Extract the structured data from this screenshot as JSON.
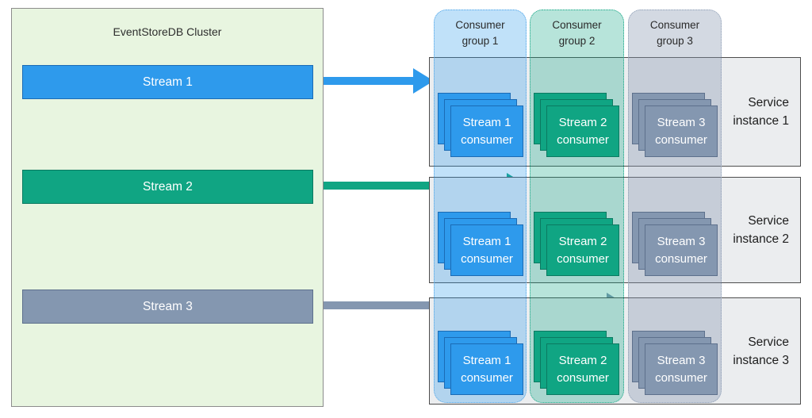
{
  "cluster": {
    "title": "EventStoreDB Cluster",
    "fill": "#E8F5E0",
    "streams": [
      {
        "label": "Stream 1",
        "fill": "#2E9AEC",
        "border": "#1B6BB5"
      },
      {
        "label": "Stream 2",
        "fill": "#10A583",
        "border": "#0B7A61"
      },
      {
        "label": "Stream 3",
        "fill": "#8497B0",
        "border": "#5D708C"
      }
    ]
  },
  "consumer_groups": [
    {
      "label": "Consumer group 1",
      "fill": "rgba(46,154,236,0.30)",
      "border": "#4BA3E8"
    },
    {
      "label": "Consumer group 2",
      "fill": "rgba(16,165,131,0.30)",
      "border": "#10A583"
    },
    {
      "label": "Consumer group 3",
      "fill": "rgba(132,151,176,0.36)",
      "border": "#8A9BB4"
    }
  ],
  "service_instances": [
    {
      "label": "Service instance 1"
    },
    {
      "label": "Service instance 2"
    },
    {
      "label": "Service instance 3"
    }
  ],
  "consumers": [
    {
      "label": "Stream 1 consumer",
      "fill": "#2E9AEC",
      "border": "#1B6BB5"
    },
    {
      "label": "Stream 2 consumer",
      "fill": "#10A583",
      "border": "#0B7A61"
    },
    {
      "label": "Stream 3 consumer",
      "fill": "#8497B0",
      "border": "#5D708C"
    }
  ]
}
